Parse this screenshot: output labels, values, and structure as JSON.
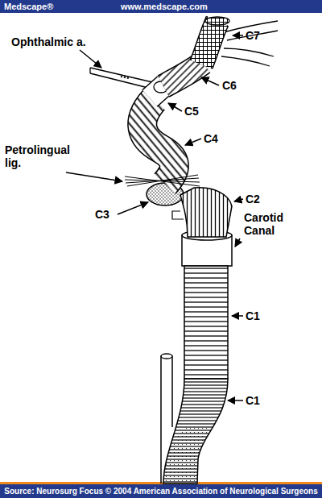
{
  "diagram": {
    "caption": "Source: Neurosurg Focus © 2004 American Association of Neurological Surgeons",
    "labels": [
      "Medscape®",
      "www.medscape.com",
      "Ophthalmic a.",
      "C7",
      "C6",
      "C5",
      "C4",
      "Petrolingual lig.",
      "C3",
      "C2",
      "Carotid Canal",
      "C1",
      "C1"
    ]
  }
}
